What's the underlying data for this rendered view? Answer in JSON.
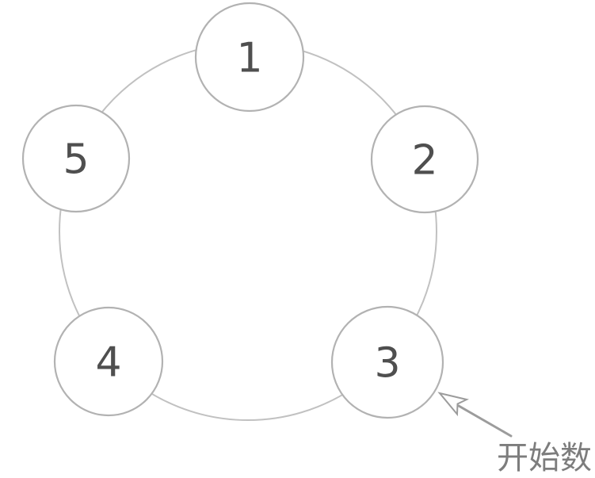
{
  "diagram": {
    "description": "circular counting diagram with five numbered positions",
    "node_count": 5
  },
  "nodes": [
    {
      "label": "1"
    },
    {
      "label": "2"
    },
    {
      "label": "3"
    },
    {
      "label": "4"
    },
    {
      "label": "5"
    }
  ],
  "annotation": {
    "label": "开始数",
    "arrow_points_to_node": "3"
  },
  "colors": {
    "background": "#ffffff",
    "ring_stroke": "#c1c1c1",
    "node_stroke": "#b2b2b2",
    "node_fill": "#ffffff",
    "number_color": "#4f4f4f",
    "arrow_color": "#9c9c9c",
    "label_color": "#7d7d7d"
  }
}
